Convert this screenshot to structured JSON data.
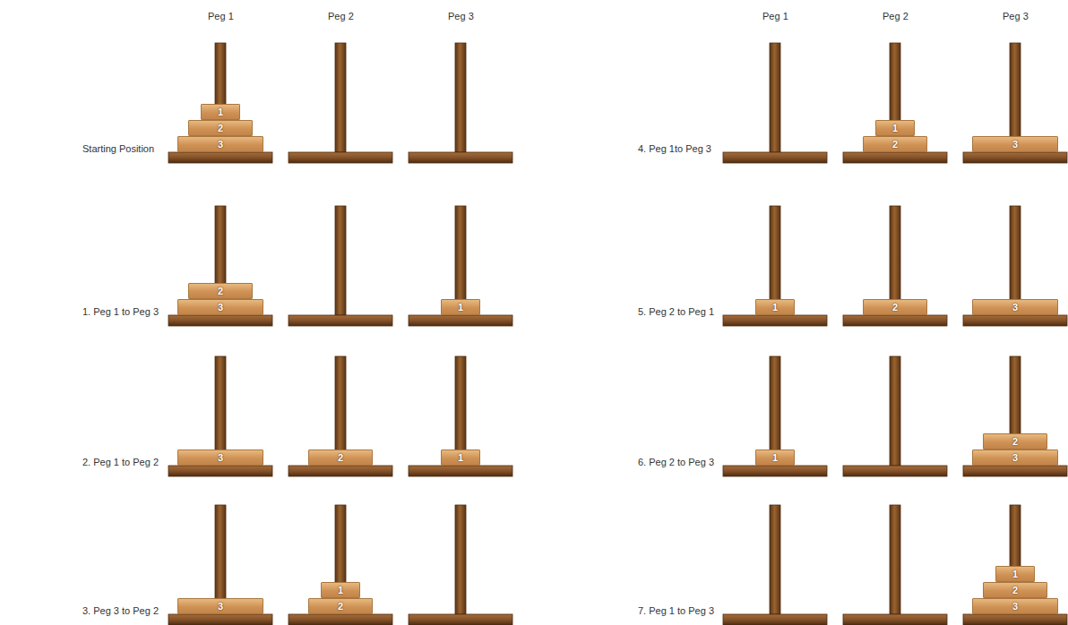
{
  "diagram": {
    "nodes": [
      {
        "text": [
          "1"
        ]
      },
      {
        "text": [
          "2"
        ]
      },
      {
        "text": [
          "3"
        ]
      },
      {
        "text": [
          "2"
        ]
      },
      {
        "text": [
          "3"
        ]
      },
      {
        "text": [
          "1"
        ]
      },
      {
        "text": [
          "3"
        ]
      },
      {
        "text": [
          "2"
        ]
      },
      {
        "text": [
          "1"
        ]
      },
      {
        "text": [
          "3"
        ]
      },
      {
        "text": [
          "1"
        ]
      },
      {
        "text": [
          "2"
        ]
      },
      {
        "text": [
          "1"
        ]
      },
      {
        "text": [
          "2"
        ]
      },
      {
        "text": [
          "3"
        ]
      },
      {
        "text": [
          "1"
        ]
      },
      {
        "text": [
          "2"
        ]
      },
      {
        "text": [
          "3"
        ]
      },
      {
        "text": [
          "1"
        ]
      },
      {
        "text": [
          "2"
        ]
      },
      {
        "text": [
          "3"
        ]
      },
      {
        "text": [
          "1"
        ]
      },
      {
        "text": [
          "2"
        ]
      },
      {
        "text": [
          "3"
        ]
      }
    ],
    "labels": [
      "Peg 1",
      "Peg 2",
      "Peg 3",
      "Peg 1",
      "Peg 2",
      "Peg 3",
      "Starting Position",
      "1. Peg 1 to Peg 3",
      "2. Peg 1 to Peg 2",
      "3. Peg 3 to Peg 2",
      "4. Peg 1to Peg 3",
      "5. Peg 2 to Peg 1",
      "6. Peg 2 to Peg 3",
      "7. Peg 1 to Peg 3"
    ]
  }
}
